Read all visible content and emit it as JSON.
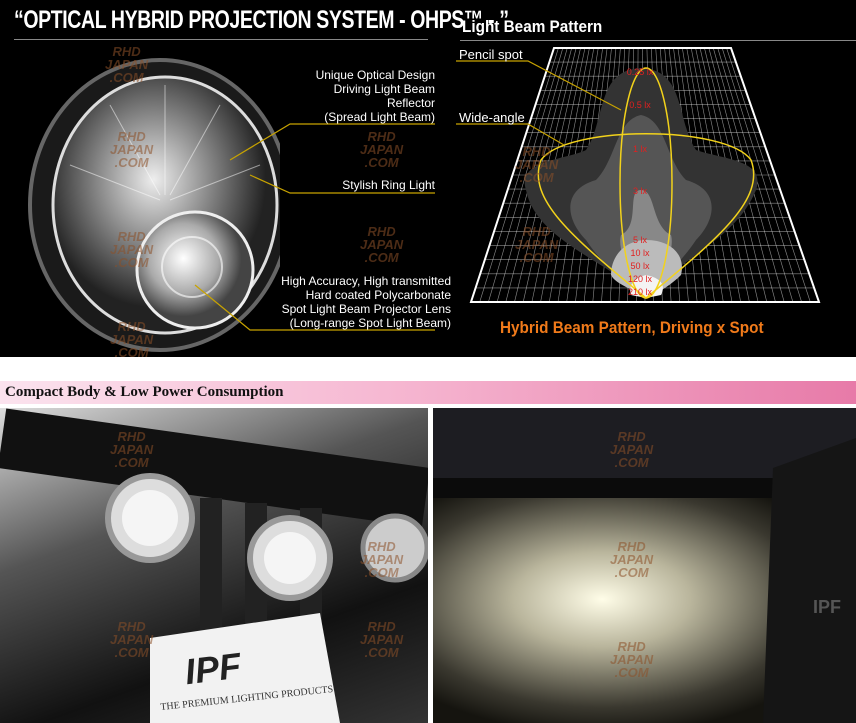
{
  "banner": {
    "title": "“OPTICAL HYBRID PROJECTION SYSTEM - OHPS™ - ”",
    "callouts": [
      "Unique Optical Design\nDriving Light Beam\nReflector\n(Spread Light Beam)",
      "Stylish Ring Light",
      "High Accuracy, High transmitted\nHard coated Polycarbonate\nSpot Light Beam Projector Lens\n(Long-range Spot Light Beam)"
    ]
  },
  "beam_pattern": {
    "title": "Light Beam Pattern",
    "labels": {
      "pencil": "Pencil spot",
      "wide": "Wide-angle"
    },
    "lux_levels": [
      "0.25 lx",
      "0.5 lx",
      "1 lx",
      "3 lx",
      "5 lx",
      "10 lx",
      "50 lx",
      "120 lx",
      "210 lx"
    ],
    "caption": "Hybrid Beam Pattern, Driving x Spot"
  },
  "section": {
    "title": "Compact Body & Low Power Consumption"
  },
  "photos": {
    "left_plate_brand": "IPF",
    "left_plate_tagline": "THE PREMIUM LIGHTING PRODUCTS"
  },
  "watermark": [
    "RHD",
    "JAPAN",
    ".COM"
  ]
}
